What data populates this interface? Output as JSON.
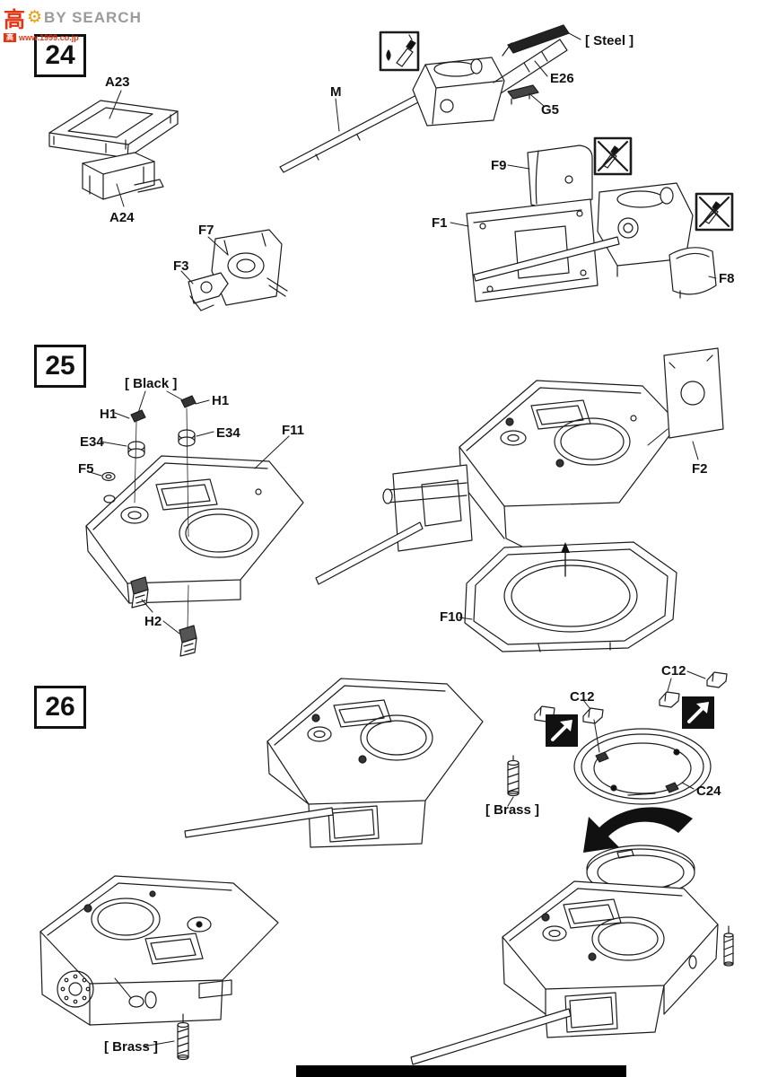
{
  "watermark": {
    "logo_glyph": "高",
    "brand_text": "BY SEARCH",
    "badge_text": "高",
    "url_text": "www.1999.co.jp"
  },
  "step24": {
    "number": "24",
    "labels": {
      "a23": "A23",
      "a24": "A24",
      "m": "M",
      "steel": "[ Steel ]",
      "e26": "E26",
      "g5": "G5",
      "f9": "F9",
      "f1": "F1",
      "f8": "F8",
      "f7": "F7",
      "f3": "F3"
    }
  },
  "step25": {
    "number": "25",
    "labels": {
      "black": "[ Black ]",
      "h1_left": "H1",
      "h1_right": "H1",
      "e34_left": "E34",
      "e34_right": "E34",
      "f11": "F11",
      "f5": "F5",
      "f2": "F2",
      "h2": "H2",
      "f10": "F10"
    }
  },
  "step26": {
    "number": "26",
    "labels": {
      "c12_left": "C12",
      "c12_right": "C12",
      "brass_upper": "[ Brass ]",
      "c24": "C24",
      "brass_lower": "[ Brass ]"
    }
  }
}
